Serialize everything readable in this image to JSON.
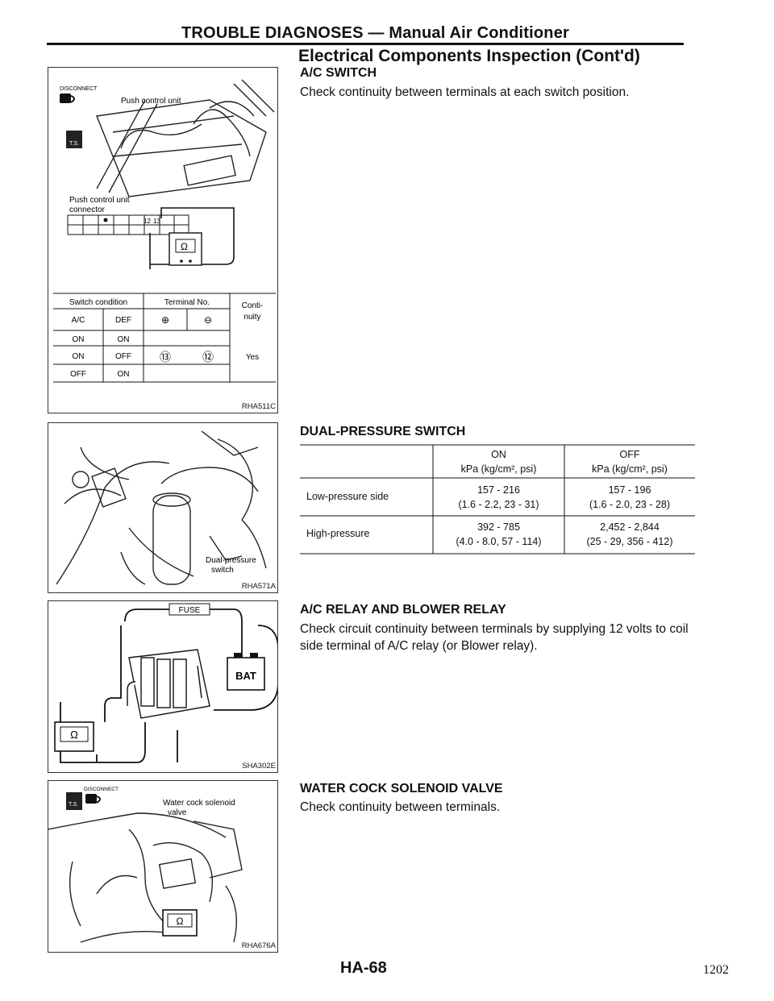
{
  "header": {
    "title": "TROUBLE DIAGNOSES — Manual Air Conditioner"
  },
  "section_title": "Electrical Components Inspection (Cont'd)",
  "ac_switch": {
    "heading": "A/C SWITCH",
    "text": "Check continuity between terminals at each switch position.",
    "figure": {
      "disconnect": "DISCONNECT",
      "ts": "T.S.",
      "label_unit": "Push control unit",
      "label_connector_1": "Push control unit",
      "label_connector_2": "connector",
      "pin_12": "12",
      "pin_13": "13",
      "ohm": "Ω",
      "code": "RHA511C",
      "table": {
        "col_switch": "Switch condition",
        "col_terminal": "Terminal No.",
        "col_cont_1": "Conti-",
        "col_cont_2": "nuity",
        "sub_ac": "A/C",
        "sub_def": "DEF",
        "plus": "⊕",
        "minus": "⊖",
        "rows": [
          [
            "ON",
            "ON"
          ],
          [
            "ON",
            "OFF"
          ],
          [
            "OFF",
            "ON"
          ]
        ],
        "t_plus": "⑬",
        "t_minus": "⑫",
        "result": "Yes"
      }
    }
  },
  "dual_pressure": {
    "heading": "DUAL-PRESSURE SWITCH",
    "figure": {
      "label_1": "Dual-pressure",
      "label_2": "switch",
      "code": "RHA571A"
    },
    "table": {
      "col_on": "ON",
      "col_off": "OFF",
      "unit": "kPa (kg/cm², psi)",
      "rows": [
        {
          "label": "Low-pressure side",
          "on_1": "157 - 216",
          "on_2": "(1.6 - 2.2, 23 - 31)",
          "off_1": "157 - 196",
          "off_2": "(1.6 - 2.0, 23 - 28)"
        },
        {
          "label": "High-pressure",
          "on_1": "392 - 785",
          "on_2": "(4.0 - 8.0, 57 - 114)",
          "off_1": "2,452 - 2,844",
          "off_2": "(25 - 29, 356 - 412)"
        }
      ]
    }
  },
  "relay": {
    "heading": "A/C RELAY AND BLOWER RELAY",
    "text": "Check circuit continuity between terminals by supplying 12 volts to coil side terminal of A/C relay (or Blower relay).",
    "figure": {
      "fuse": "FUSE",
      "bat": "BAT",
      "ohm": "Ω",
      "code": "SHA302E"
    }
  },
  "water_cock": {
    "heading": "WATER COCK SOLENOID VALVE",
    "text": "Check continuity between terminals.",
    "figure": {
      "label_1": "Water cock solenoid",
      "label_2": "valve",
      "disconnect": "DISCONNECT",
      "ts": "T.S.",
      "ohm": "Ω",
      "code": "RHA676A"
    }
  },
  "footer": {
    "page": "HA-68",
    "sheet": "1202"
  }
}
